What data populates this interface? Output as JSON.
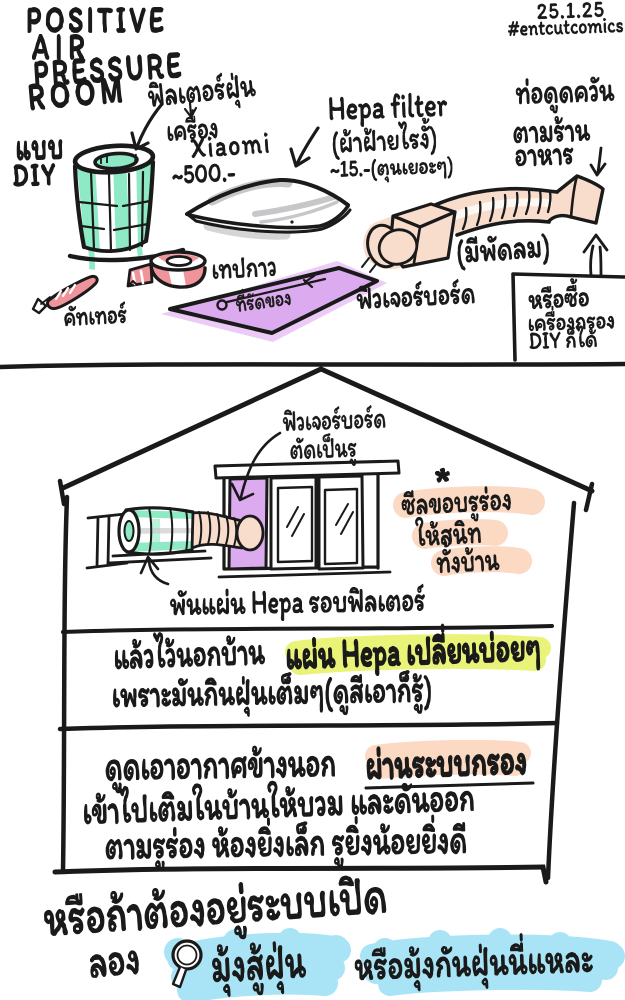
{
  "page": {
    "background": "#ffffff",
    "language": "th"
  },
  "meta": {
    "date": "25.1.25",
    "hashtag": "#entcutcomics"
  },
  "title": {
    "lines": [
      "POSITIVE",
      "AIR",
      "PRESSURE",
      "ROOM"
    ],
    "tag_lines": [
      "แบบ",
      "DIY"
    ]
  },
  "materials": {
    "xiaomi_filter": {
      "label": "ฟิลเตอร์ฝุ่น",
      "sub1": "เครื่อง",
      "sub2": "Xiaomi",
      "price": "~500.-"
    },
    "hepa": {
      "name": "Hepa filter",
      "note": "(ผ้าฝ้ายไรงั้)",
      "price": "~15.-(ตุนเยอะๆ)"
    },
    "duct": {
      "line1": "ท่อดูดควัน",
      "line2": "ตามร้าน",
      "line3": "อาหาร",
      "note": "(มีพัดลม)"
    },
    "tape": {
      "label": "เทปกาว"
    },
    "cutter": {
      "label": "คัทเทอร์"
    },
    "cable_tie": {
      "label": "ที่รัดของ"
    },
    "future_board": {
      "label": "ฟิวเจอร์บอร์ด"
    },
    "buy_box": {
      "line1": "หรือซื้อ",
      "line2": "เครื่องกรอง",
      "line3": "DIY ก็ได้"
    }
  },
  "house": {
    "board_label": {
      "line1": "ฟิวเจอร์บอร์ด",
      "line2": "ตัดเป็นรู"
    },
    "wrap_label": "พันแผ่น Hepa รอบฟิลเตอร์",
    "seal_note": {
      "star": "*",
      "line1": "ซีลขอบรูร่อง",
      "line2": "ให้สนิท",
      "line3": "ทั้งบ้าน"
    }
  },
  "notes": {
    "outside": {
      "pre": "แล้วไว้นอกบ้าน",
      "highlight": "แผ่น Hepa เปลี่ยนบ่อยๆ",
      "line2": "เพราะมันกินฝุ่นเต็มๆ(ดูสีเอาก็รู้)"
    },
    "airflow": {
      "pre": "ดูดเอาอากาศข้างนอก",
      "highlight": "ผ่านระบบกรอง",
      "line2": "เข้าไปเติมในบ้านให้บวม และดันออก",
      "line3": "ตามรูร่อง ห้องยิ่งเล็ก รูยิ่งน้อยยิ่งดี"
    }
  },
  "footer": {
    "line1": "หรือถ้าต้องอยู่ระบบเปิด",
    "try": "ลอง",
    "highlight1": "มุ้งสู้ฝุ่น",
    "highlight2": "หรือมุ้งกันฝุ่นนี่แหละ"
  },
  "colors": {
    "ink": "#1a1a1a",
    "mint": "#8ee9c5",
    "pink": "#f0949c",
    "purple": "#dcaaee",
    "flesh": "#f8ddcd",
    "gray": "#c7c7c9",
    "highlight_yellow": "#e9f377",
    "highlight_peach": "#fcd9c3",
    "highlight_blue": "#a9e4f6"
  }
}
